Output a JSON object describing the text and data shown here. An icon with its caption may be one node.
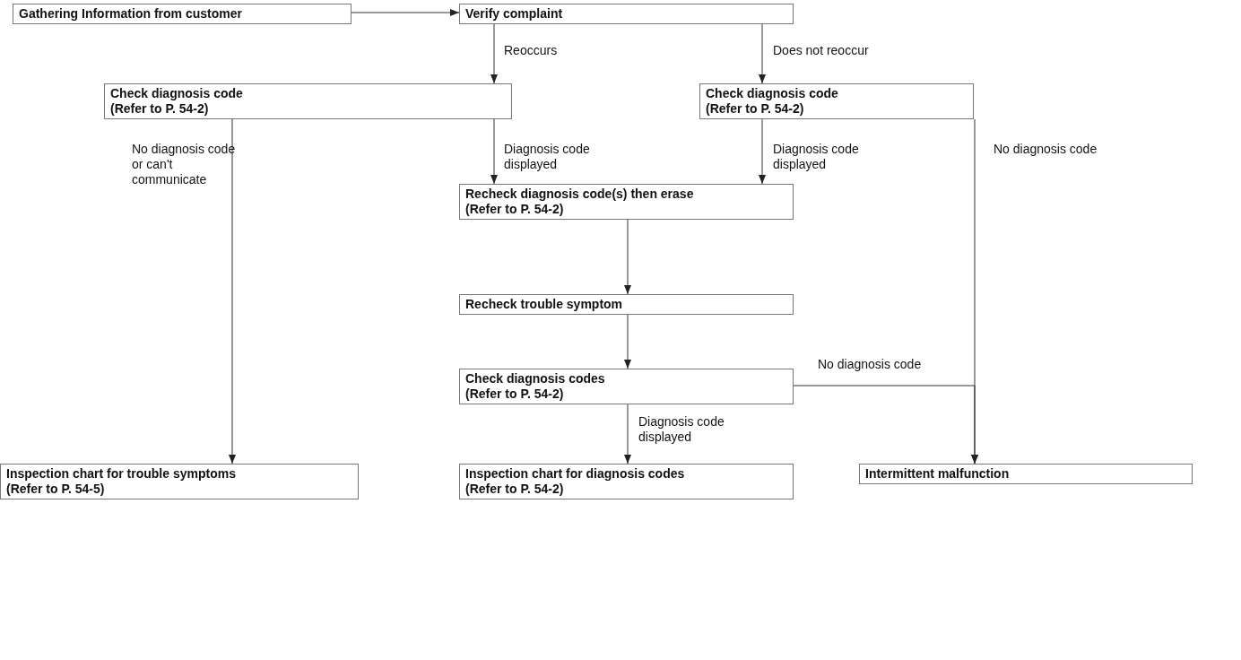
{
  "diagram": {
    "nodes": [
      {
        "text": [
          "Gathering Information from customer"
        ]
      },
      {
        "text": [
          "Verify complaint"
        ]
      },
      {
        "text": [
          "Check diagnosis code",
          "(Refer to P. 54-2)"
        ]
      },
      {
        "text": [
          "Check diagnosis code",
          "(Refer to P. 54-2)"
        ]
      },
      {
        "text": [
          "Recheck diagnosis code(s) then erase",
          "(Refer to P. 54-2)"
        ]
      },
      {
        "text": [
          "Recheck trouble symptom"
        ]
      },
      {
        "text": [
          "Check diagnosis codes",
          "(Refer to P. 54-2)"
        ]
      },
      {
        "text": [
          "Inspection chart for trouble symptoms",
          "(Refer to P. 54-5)"
        ]
      },
      {
        "text": [
          "Inspection chart for diagnosis codes",
          "(Refer to P. 54-2)"
        ]
      },
      {
        "text": [
          "Intermittent malfunction"
        ]
      }
    ],
    "edges": [
      {
        "from": 0,
        "to": 1,
        "arrow": "to"
      },
      {
        "from": 1,
        "to": 2,
        "arrow": "to",
        "label": "Reoccurs"
      },
      {
        "from": 1,
        "to": 3,
        "arrow": "to",
        "label": "Does not reoccur"
      },
      {
        "from": 2,
        "to": 7,
        "arrow": "to",
        "label": "No diagnosis code or can't communicate"
      },
      {
        "from": 2,
        "to": 4,
        "arrow": "to",
        "label": "Diagnosis code displayed"
      },
      {
        "from": 3,
        "to": 4,
        "arrow": "to",
        "label": "Diagnosis code displayed"
      },
      {
        "from": 3,
        "to": 9,
        "arrow": "to",
        "label": "No diagnosis code"
      },
      {
        "from": 4,
        "to": 5,
        "arrow": "to"
      },
      {
        "from": 5,
        "to": 6,
        "arrow": "to"
      },
      {
        "from": 6,
        "to": 9,
        "arrow": "to",
        "label": "No diagnosis code"
      },
      {
        "from": 6,
        "to": 8,
        "arrow": "to",
        "label": "Diagnosis code displayed"
      }
    ]
  }
}
